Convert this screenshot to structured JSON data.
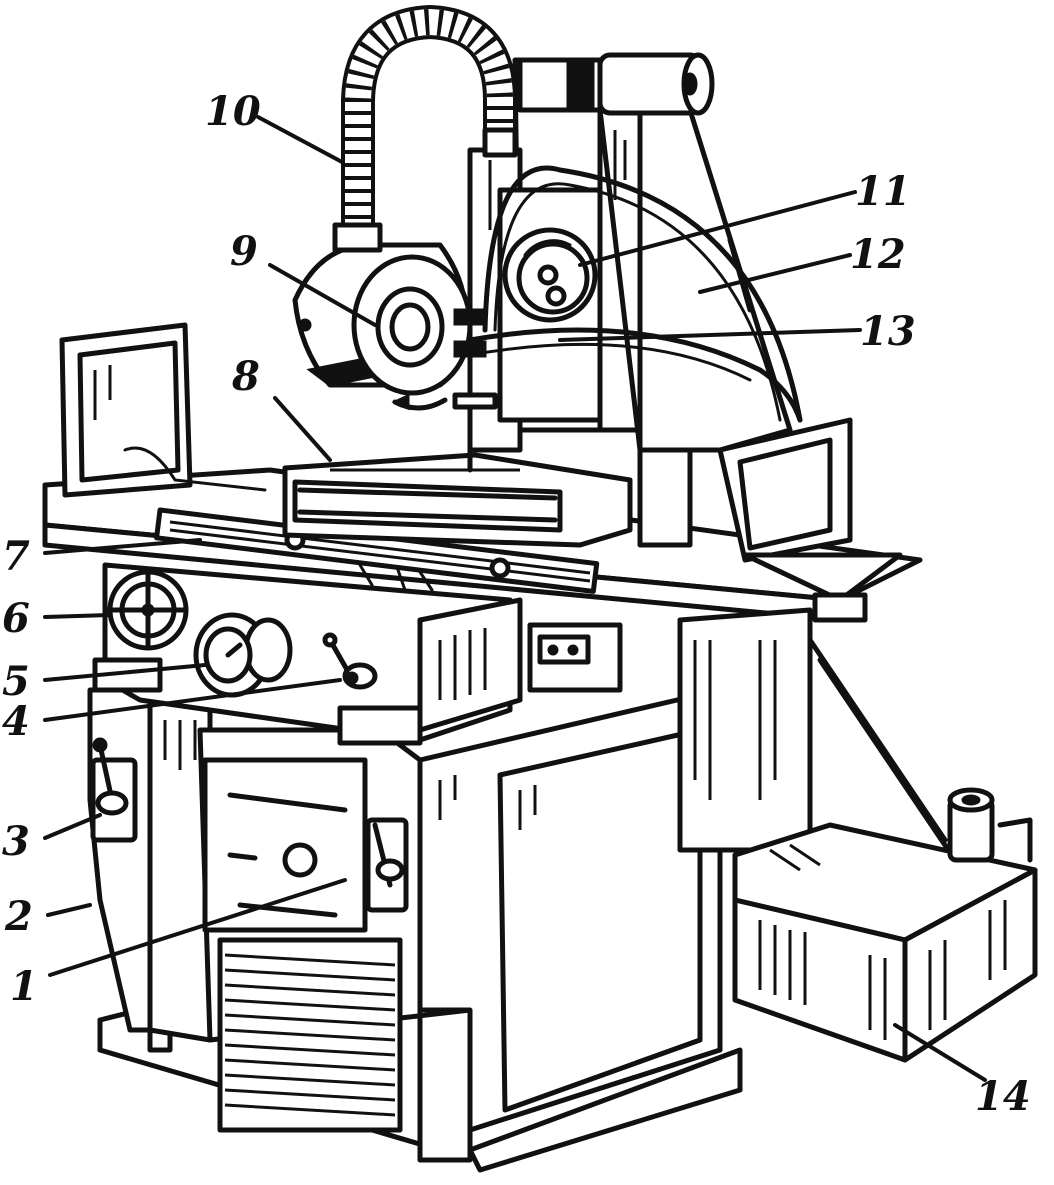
{
  "diagram": {
    "labels": [
      {
        "id": "1",
        "text": "1"
      },
      {
        "id": "2",
        "text": "2"
      },
      {
        "id": "3",
        "text": "3"
      },
      {
        "id": "4",
        "text": "4"
      },
      {
        "id": "5",
        "text": "5"
      },
      {
        "id": "6",
        "text": "6"
      },
      {
        "id": "7",
        "text": "7"
      },
      {
        "id": "8",
        "text": "8"
      },
      {
        "id": "9",
        "text": "9"
      },
      {
        "id": "10",
        "text": "10"
      },
      {
        "id": "11",
        "text": "11"
      },
      {
        "id": "12",
        "text": "12"
      },
      {
        "id": "13",
        "text": "13"
      },
      {
        "id": "14",
        "text": "14"
      }
    ]
  },
  "colors": {
    "ink": "#111111",
    "paper": "#ffffff"
  }
}
